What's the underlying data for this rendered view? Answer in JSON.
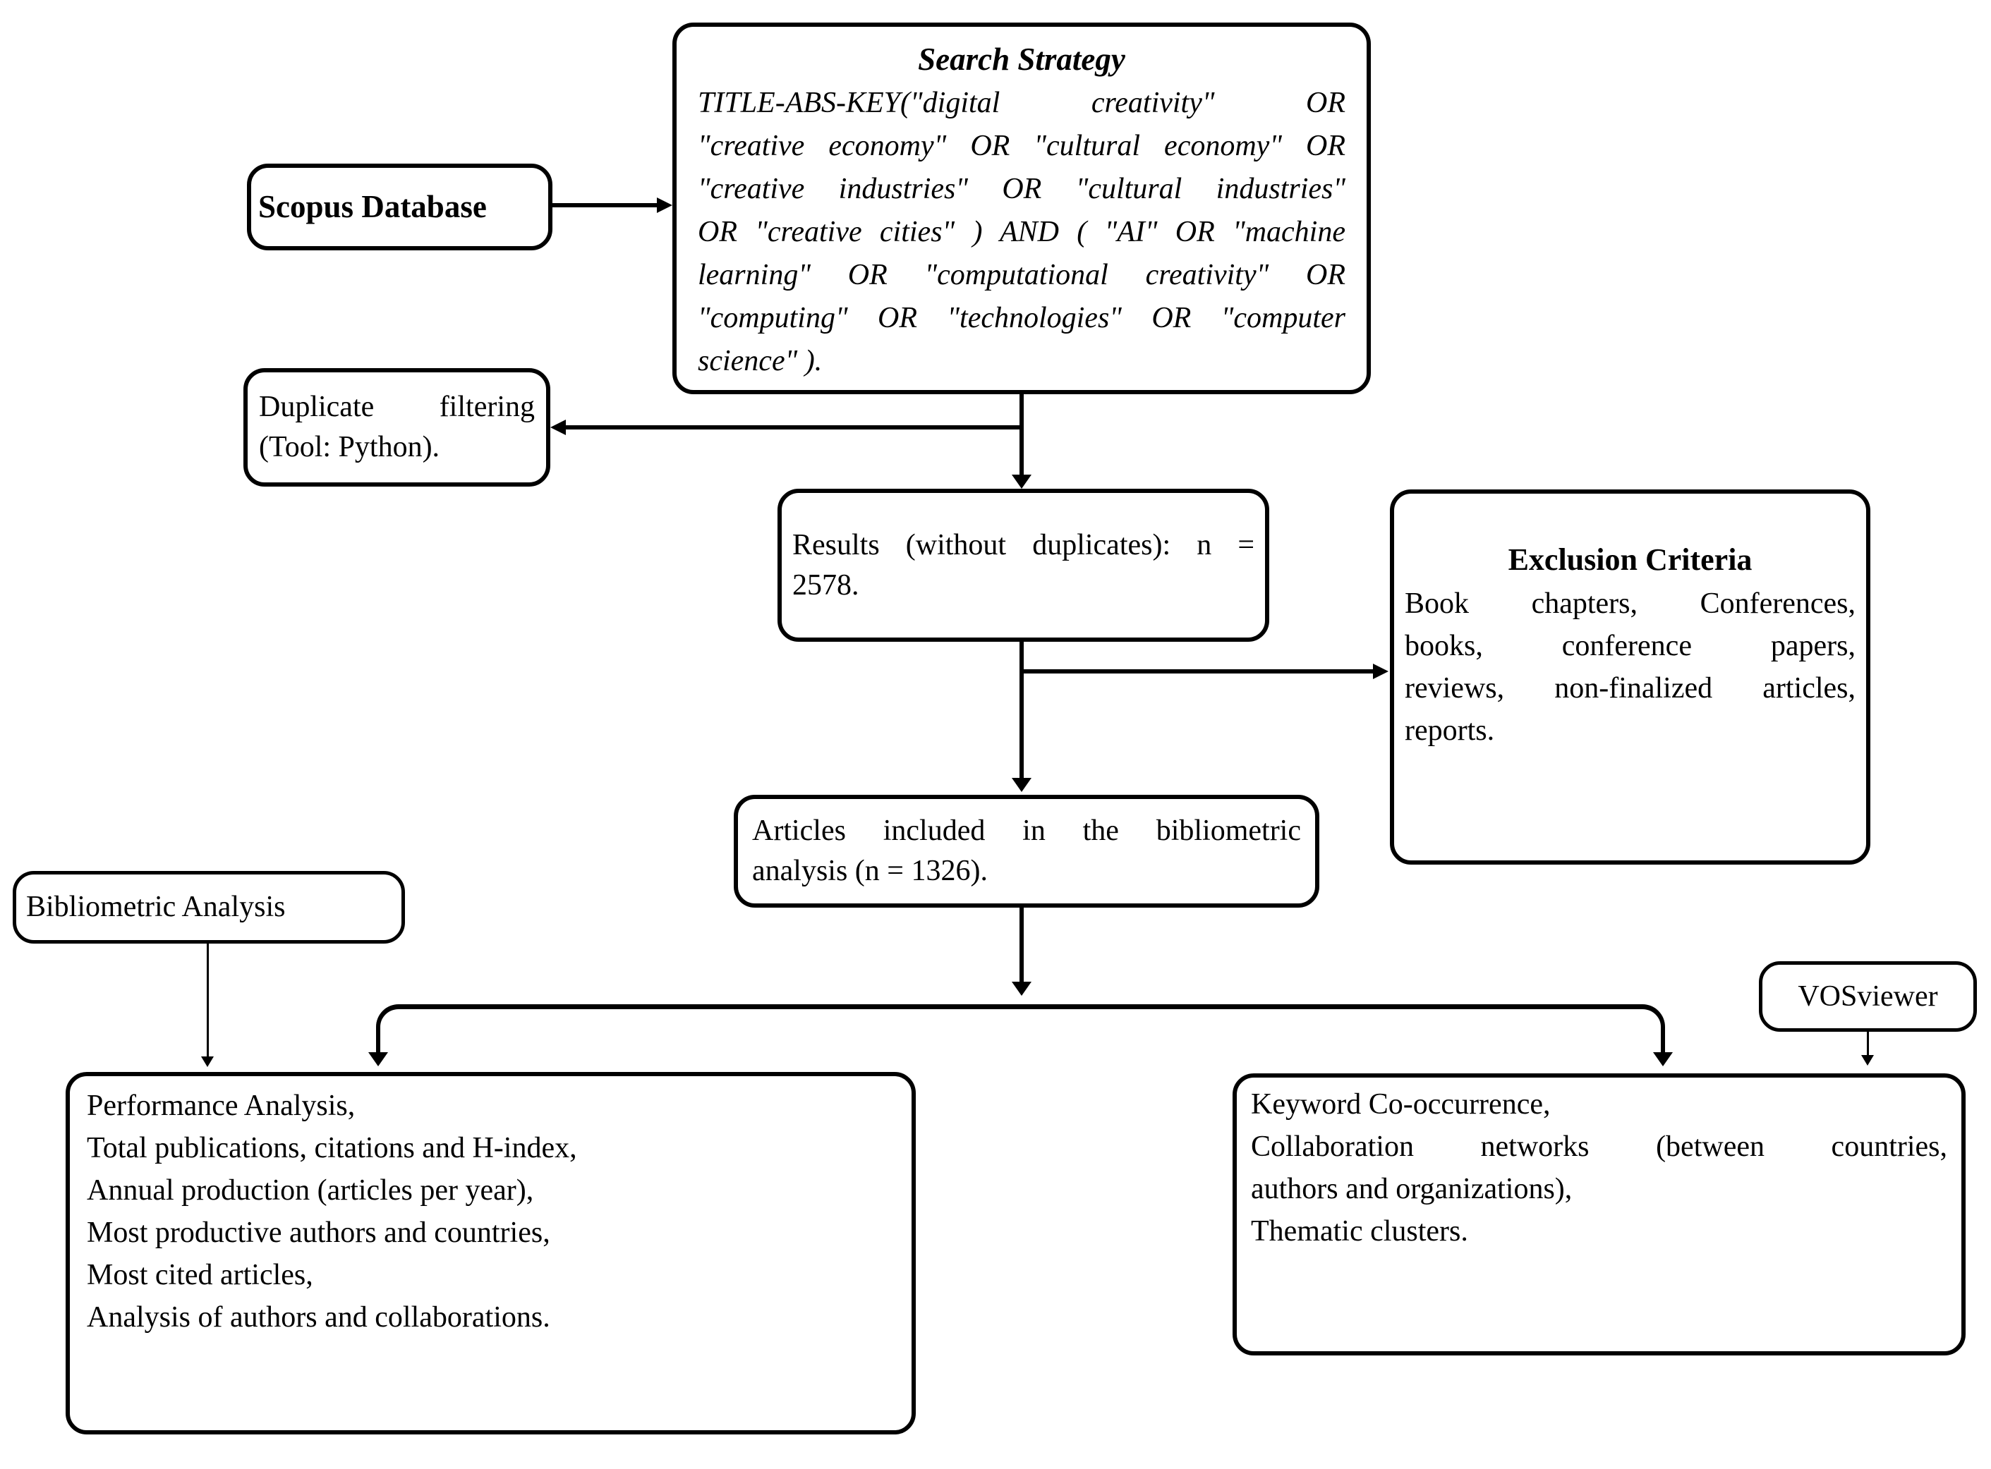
{
  "diagram": {
    "background_color": "#ffffff",
    "line_color": "#000000",
    "text_color": "#000000",
    "nodes": {
      "scopus": {
        "label": "Scopus Database"
      },
      "search": {
        "title": "Search Strategy",
        "lines": [
          "TITLE-ABS-KEY(\"digital creativity\" OR",
          "\"creative economy\" OR \"cultural economy\" OR",
          "\"creative industries\" OR \"cultural industries\"",
          "OR \"creative cities\" ) AND ( \"AI\" OR \"machine",
          "learning\" OR \"computational creativity\" OR",
          "\"computing\" OR \"technologies\" OR \"computer",
          "science\" )."
        ]
      },
      "duplicate_filtering": {
        "lines": [
          "Duplicate filtering",
          "(Tool: Python)."
        ]
      },
      "results": {
        "lines": [
          "Results (without duplicates): n =",
          "2578."
        ],
        "n_value": "2578"
      },
      "exclusion": {
        "title": "Exclusion Criteria",
        "lines": [
          "Book chapters, Conferences,",
          "books, conference papers,",
          "reviews, non-finalized articles,",
          "reports."
        ]
      },
      "articles": {
        "lines": [
          "Articles included in the bibliometric",
          "analysis (n = 1326)."
        ],
        "n_value": "1326"
      },
      "bibliometric": {
        "label": "Bibliometric Analysis"
      },
      "vosviewer": {
        "label": "VOSviewer"
      },
      "performance": {
        "lines": [
          "Performance Analysis,",
          "Total publications, citations and H-index,",
          "Annual production (articles per year),",
          "Most productive authors and countries,",
          "Most cited articles,",
          "Analysis of authors and collaborations."
        ]
      },
      "keyword": {
        "lines": [
          "Keyword Co-occurrence,",
          "Collaboration networks (between countries,",
          "authors and organizations),",
          "Thematic clusters."
        ]
      }
    }
  }
}
